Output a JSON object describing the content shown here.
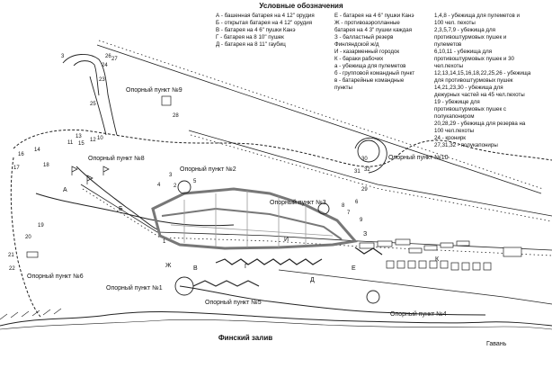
{
  "legend": {
    "title": "Условные обозначения",
    "col1": [
      "А - башенная батарея на 4 12\" орудия",
      "Б - открытая батарея на 4 12\" орудия",
      "В - батарея на 4 6\" пушки Канэ",
      "Г - батарея на 8 10\" пушек",
      "Д - батарея на 8 11\" гаубиц"
    ],
    "col2": [
      "Е - батарея на 4 6\" пушки Канэ",
      "Ж - противоаэропланные",
      "батарея на 4 3\" пушки каждая",
      "З - балластный резерв",
      "Финляндской ж/д",
      "И - казарменный городок",
      "К - бараки рабочих",
      "а - убежища для пулеметов",
      "б - групповой командный пункт",
      "в - батарейные командные",
      "пункты"
    ],
    "col3": [
      "1,4,8 - убежища для пулеметов и",
      "100 чел. пехоты",
      "2,3,5,7,9 - убежища для",
      "противоштурмовых пушек и",
      "пулеметов",
      "6,10,11 - убежища для",
      "противоштурмовых пушек и 30",
      "чел.пехоты",
      "12,13,14,15,16,18,22,25,26 - убежища",
      "для противоштурмовых пушек",
      "14,21,23,30 - убежища для",
      "дежурных частей на 45 чел.пехоты",
      "19 - убежище для",
      "противоштурмовых пушек с",
      "полукапониром",
      "20,28,29 - убежища для резерва на",
      "100 чел.пехоты",
      "24 - кронирк",
      "27,31,32 - полукапониры"
    ]
  },
  "strongpoints": [
    "Опорный пункт №9",
    "Опорный пункт №8",
    "Опорный пункт №2",
    "Опорный пункт №3",
    "Опорный пункт №10",
    "Опорный пункт №6",
    "Опорный пункт №1",
    "Опорный пункт №5",
    "Опорный пункт №4"
  ],
  "places": {
    "gulf": "Финский залив",
    "harbor": "Гавань"
  },
  "letters": [
    "А",
    "Б",
    "В",
    "Г",
    "Д",
    "Е",
    "Ж",
    "З",
    "И",
    "К"
  ],
  "numbers": [
    "1",
    "2",
    "3",
    "4",
    "5",
    "6",
    "7",
    "8",
    "9",
    "10",
    "11",
    "12",
    "13",
    "14",
    "15",
    "16",
    "17",
    "18",
    "19",
    "20",
    "21",
    "22",
    "23",
    "24",
    "25",
    "26",
    "27",
    "28",
    "29",
    "30",
    "31",
    "32",
    "3"
  ]
}
